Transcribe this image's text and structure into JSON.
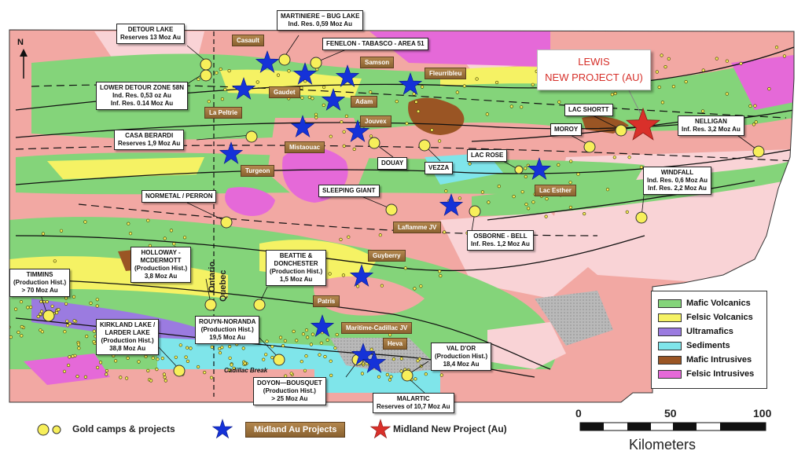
{
  "north": {
    "label": "N"
  },
  "colors": {
    "mafic_volcanics": "#84d47a",
    "felsic_volcanics": "#f5f264",
    "ultramafics": "#9b7be0",
    "sediments": "#7fe5ea",
    "mafic_intrusives": "#9a5524",
    "felsic_intrusives": "#e569d8",
    "granitoid_pink": "#f2a8a3",
    "granitoid_light": "#f9d3d6",
    "gold_marker": "#f7ef5a",
    "project_star": "#1532d8",
    "new_project_star": "#d9302a"
  },
  "lewis": {
    "line1": "LEWIS",
    "line2": "NEW PROJECT (AU)"
  },
  "callouts": [
    {
      "name": "detour-lake",
      "lines": [
        "DETOUR LAKE",
        "Reserves 13 Moz Au"
      ]
    },
    {
      "name": "martiniere-bug-lake",
      "lines": [
        "MARTINIERE – BUG LAKE",
        "Ind. Res. 0,59 Moz Au"
      ]
    },
    {
      "name": "fenelon-tabasco",
      "lines": [
        "FENELON - TABASCO - AREA 51"
      ]
    },
    {
      "name": "lower-detour",
      "lines": [
        "LOWER DETOUR ZONE 58N",
        "Ind. Res. 0,53 oz Au",
        "Inf. Res. 0.14 Moz Au"
      ]
    },
    {
      "name": "lac-shortt",
      "lines": [
        "LAC SHORTT"
      ]
    },
    {
      "name": "moroy",
      "lines": [
        "MOROY"
      ]
    },
    {
      "name": "nelligan",
      "lines": [
        "NELLIGAN",
        "Inf. Res. 3,2 Moz Au"
      ]
    },
    {
      "name": "casa-berardi",
      "lines": [
        "CASA BERARDI",
        "Reserves 1,9 Moz Au"
      ]
    },
    {
      "name": "douay",
      "lines": [
        "DOUAY"
      ]
    },
    {
      "name": "vezza",
      "lines": [
        "VEZZA"
      ]
    },
    {
      "name": "lac-rose",
      "lines": [
        "LAC ROSE"
      ]
    },
    {
      "name": "windfall",
      "lines": [
        "WINDFALL",
        "Ind. Res. 0,6 Moz Au",
        "Inf. Res. 2,2 Moz Au"
      ]
    },
    {
      "name": "normetal-perron",
      "lines": [
        "NORMETAL / PERRON"
      ]
    },
    {
      "name": "sleeping-giant",
      "lines": [
        "SLEEPING GIANT"
      ]
    },
    {
      "name": "osborne-bell",
      "lines": [
        "OSBORNE - BELL",
        "Inf. Res. 1,2 Moz Au"
      ]
    },
    {
      "name": "holloway-mcdermott",
      "lines": [
        "HOLLOWAY -",
        "MCDERMOTT",
        "(Production Hist.)",
        "3,8 Moz Au"
      ]
    },
    {
      "name": "beattie-donchester",
      "lines": [
        "BEATTIE &",
        "DONCHESTER",
        "(Production Hist.)",
        "1,5 Moz Au"
      ]
    },
    {
      "name": "timmins",
      "lines": [
        "TIMMINS",
        "(Production Hist.)",
        "> 70 Moz Au"
      ]
    },
    {
      "name": "kirkland-lake",
      "lines": [
        "KIRKLAND LAKE /",
        "LARDER LAKE",
        "(Production Hist.)",
        "38,8 Moz Au"
      ]
    },
    {
      "name": "rouyn-noranda",
      "lines": [
        "ROUYN-NORANDA",
        "(Production Hist.)",
        "19,5 Moz Au"
      ]
    },
    {
      "name": "val-dor",
      "lines": [
        "VAL D'OR",
        "(Production Hist.)",
        "18,4 Moz Au"
      ]
    },
    {
      "name": "doyon-bousquet",
      "lines": [
        "DOYON—BOUSQUET",
        "(Production Hist.)",
        "> 25 Moz Au"
      ]
    },
    {
      "name": "malartic",
      "lines": [
        "MALARTIC",
        "Reserves of 10,7 Moz Au"
      ]
    }
  ],
  "projects": [
    "Casault",
    "Samson",
    "Fleurribleu",
    "Gaudet",
    "Adam",
    "La Peltrie",
    "Jouvex",
    "Mistaouac",
    "Turgeon",
    "Lac Esther",
    "Laflamme JV",
    "Guyberry",
    "Patris",
    "Maritime-Cadillac JV",
    "Heva"
  ],
  "border": {
    "ontario": "Ontario",
    "quebec": "Quebec"
  },
  "break_label": "Cadillac Break",
  "legend": [
    {
      "key": "mafic_volcanics",
      "label": "Mafic Volcanics"
    },
    {
      "key": "felsic_volcanics",
      "label": "Felsic Volcanics"
    },
    {
      "key": "ultramafics",
      "label": "Ultramafics"
    },
    {
      "key": "sediments",
      "label": "Sediments"
    },
    {
      "key": "mafic_intrusives",
      "label": "Mafic Intrusives"
    },
    {
      "key": "felsic_intrusives",
      "label": "Felsic Intrusives"
    }
  ],
  "footer": {
    "gold": "Gold camps & projects",
    "midland": "Midland Au Projects",
    "new": "Midland New Project (Au)"
  },
  "scale": {
    "ticks": [
      "0",
      "50",
      "100"
    ],
    "unit": "Kilometers"
  }
}
